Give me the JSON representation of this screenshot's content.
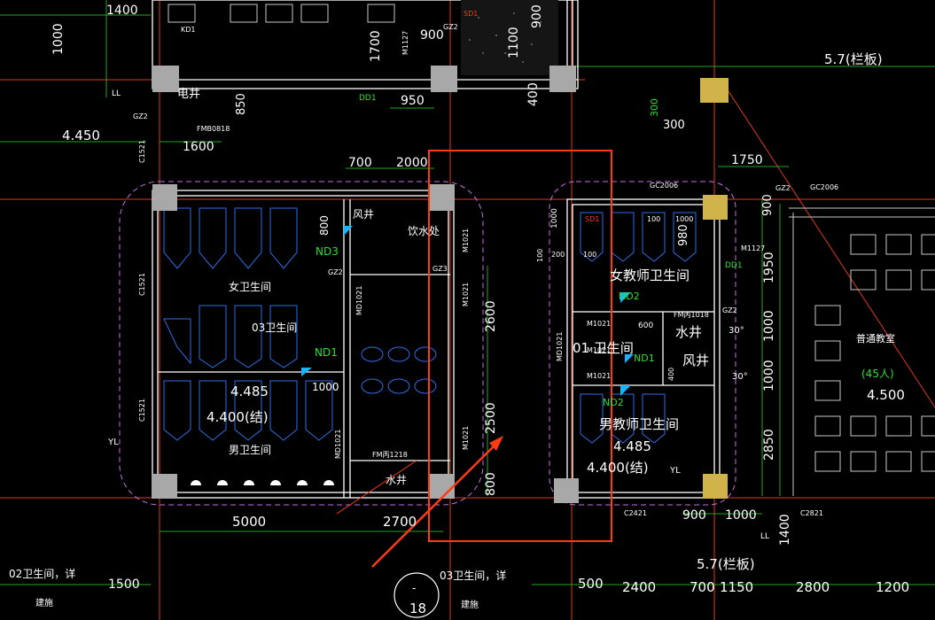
{
  "colors": {
    "background": "#000000",
    "wall": "#ffffff",
    "column": "#a8a8a8",
    "column_accent": "#d0b44a",
    "axis_red": "#e03a1a",
    "highlight": "#ff3b14",
    "green": "#2ee02e",
    "green_dim": "#24a624",
    "cyan": "#18b4ff",
    "dash_magenta": "#c86ee6",
    "fixture": "#2e6ee8",
    "text": "#ffffff",
    "room_grid": "#c8c8c8"
  },
  "labels": {
    "elec_shaft": "电井",
    "fmb_0818": "FMB0818",
    "fmb_1018": "FM丙1018",
    "fmb_1218": "FM丙1218",
    "kd1": "KD1",
    "gz2": "GZ2",
    "gz3": "GZ3",
    "ll": "LL",
    "yl": "YL",
    "dd1": "DD1",
    "sd1": "SD1",
    "c1521": "C1521",
    "c2421": "C2421",
    "c2821": "C2821",
    "gc2006": "GC2006",
    "m1127": "M1127",
    "m1021": "M1021",
    "md1021": "MD1021",
    "nd1": "ND1",
    "nd2": "ND2",
    "nd3": "ND3",
    "wind_shaft": "风井",
    "water_shaft": "水井",
    "drinking": "饮水处",
    "female_wc": "女卫生间",
    "male_wc": "男卫生间",
    "wc03": "03卫生间",
    "wc01": "01 卫生间",
    "female_teacher_wc": "女教师卫生间",
    "male_teacher_wc": "男教师卫生间",
    "classroom": "普通教室",
    "classroom_count": "(45人)",
    "note_02": "02卫生间，详",
    "note_03": "03卫生间，详",
    "note_build": "建施",
    "axis_18": "18",
    "axis_dash": "-",
    "railing": "5.7(栏板)",
    "ang_30": "30°",
    "door_100": "100",
    "door_200": "200",
    "door_600": "600",
    "door_1000": "1000",
    "door_400": "400"
  },
  "elevations": {
    "e4450": "4.450",
    "e4485": "4.485",
    "e4400": "4.400(结)",
    "e4500": "4.500"
  },
  "dimensions": {
    "d1400": "1400",
    "d1000": "1000",
    "d1700": "1700",
    "d900": "900",
    "d1100": "1100",
    "d850": "850",
    "d950": "950",
    "d400": "400",
    "d300": "300",
    "d1600": "1600",
    "d700": "700",
    "d2000": "2000",
    "d1750": "1750",
    "d800": "800",
    "d980": "980",
    "d1950": "1950",
    "d2850": "2850",
    "d2600": "2600",
    "d2500": "2500",
    "d5000": "5000",
    "d2700": "2700",
    "d1500": "1500",
    "d500": "500",
    "d2400": "2400",
    "d1150": "1150",
    "d2800": "2800",
    "d1200": "1200"
  }
}
